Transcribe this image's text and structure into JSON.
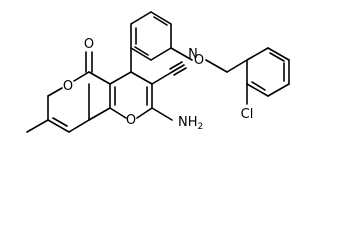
{
  "structure": {
    "type": "chemical-structure",
    "atoms": {
      "O1": "O",
      "O2": "O",
      "O3": "O",
      "O4": "O",
      "N": "N",
      "Cl": "Cl",
      "NH2_N": "NH",
      "NH2_sub": "2"
    },
    "colors": {
      "bond": "#000000",
      "label": "#000000",
      "background": "#ffffff"
    }
  }
}
